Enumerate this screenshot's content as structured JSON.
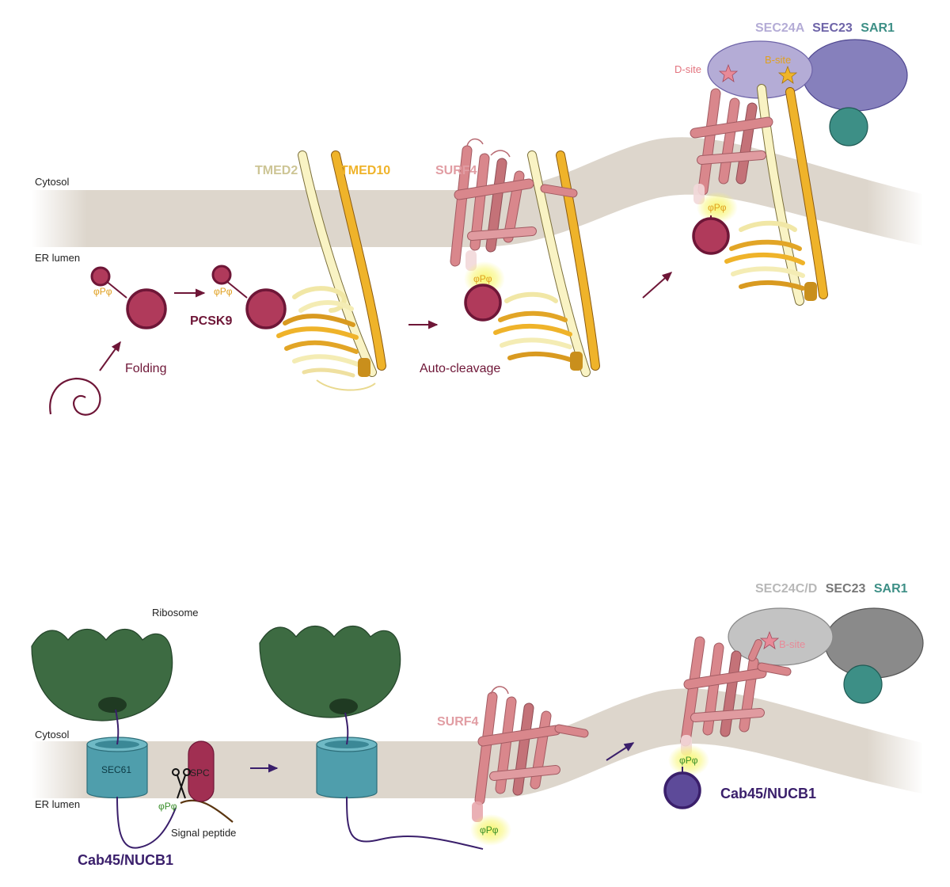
{
  "colors": {
    "membrane": "#ddd6cc",
    "pcsk9": "#b03a5b",
    "pcsk9_dark": "#6e1637",
    "tmed2": "#f9f3c4",
    "tmed10": "#efb32a",
    "surf4": "#d9878c",
    "surf4_dark": "#a25b62",
    "sec24a": "#b4acd6",
    "sec23": "#8680bc",
    "sar1": "#3d8f86",
    "sec24cd": "#c3c3c3",
    "sec23_b": "#8a8a8a",
    "ribosome": "#3d6b42",
    "sec61": "#4f9eac",
    "spc": "#a12f52",
    "cab45": "#5d4a99",
    "cab45_label": "#3a1f6b",
    "motif": "#e0a020",
    "motif_green": "#3a8f2a",
    "glow": "#f5f36a"
  },
  "panel_top": {
    "compartments": {
      "cytosol": "Cytosol",
      "er_lumen": "ER lumen"
    },
    "labels": {
      "folding": "Folding",
      "pcsk9": "PCSK9",
      "tmed2": "TMED2",
      "tmed10": "TMED10",
      "surf4": "SURF4",
      "auto_cleavage": "Auto-cleavage",
      "d_site": "D-site",
      "b_site": "B-site",
      "sec24a": "SEC24A",
      "sec23": "SEC23",
      "sar1": "SAR1"
    },
    "motif": "φPφ"
  },
  "panel_bottom": {
    "compartments": {
      "cytosol": "Cytosol",
      "er_lumen": "ER lumen"
    },
    "labels": {
      "ribosome": "Ribosome",
      "sec61": "SEC61",
      "spc": "SPC",
      "signal_peptide": "Signal peptide",
      "cab45_nucb1": "Cab45/NUCB1",
      "surf4": "SURF4",
      "b_site": "B-site",
      "sec24cd": "SEC24C/D",
      "sec23": "SEC23",
      "sar1": "SAR1"
    },
    "motif": "φPφ"
  }
}
